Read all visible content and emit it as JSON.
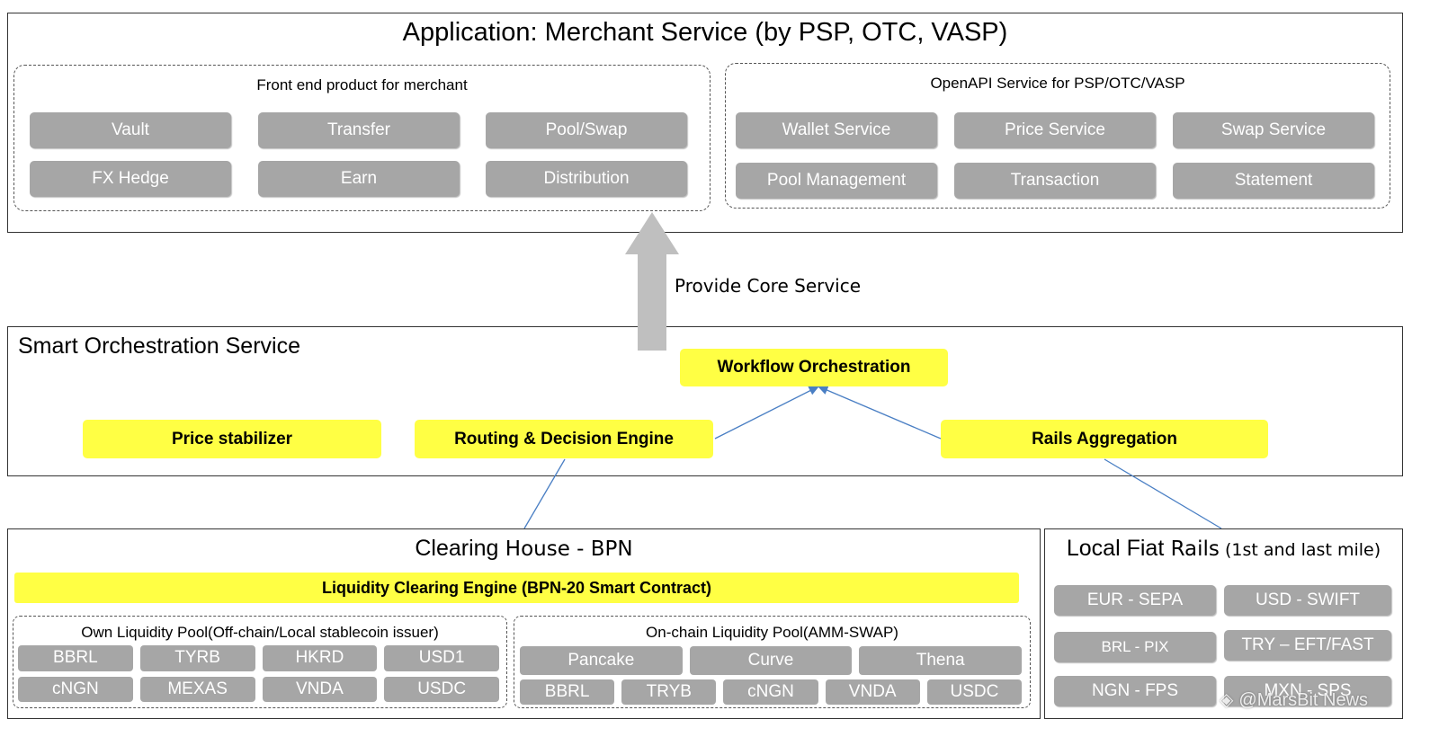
{
  "app": {
    "title": "Application: Merchant Service (by PSP, OTC, VASP)",
    "front_end": {
      "title": "Front end product for merchant",
      "items": [
        "Vault",
        "Transfer",
        "Pool/Swap",
        "FX Hedge",
        "Earn",
        "Distribution"
      ]
    },
    "openapi": {
      "title": "OpenAPI Service for PSP/OTC/VASP",
      "items": [
        "Wallet Service",
        "Price Service",
        "Swap Service",
        "Pool Management",
        "Transaction",
        "Statement"
      ]
    }
  },
  "arrow_label": "Provide Core Service",
  "orchestration": {
    "title": "Smart Orchestration Service",
    "workflow": "Workflow Orchestration",
    "price_stabilizer": "Price stabilizer",
    "routing": "Routing & Decision Engine",
    "rails": "Rails Aggregation"
  },
  "clearing": {
    "title_a": "Clearing",
    "title_b": " House - BPN",
    "engine": "Liquidity Clearing Engine (BPN-20 Smart Contract)",
    "own_pool": {
      "title": "Own Liquidity Pool(Off-chain/Local stablecoin issuer)",
      "items": [
        "BBRL",
        "TYRB",
        "HKRD",
        "USD1",
        "cNGN",
        "MEXAS",
        "VNDA",
        "USDC"
      ]
    },
    "onchain_pool": {
      "title": "On-chain Liquidity Pool(AMM-SWAP)",
      "dexes": [
        "Pancake",
        "Curve",
        "Thena"
      ],
      "tokens": [
        "BBRL",
        "TRYB",
        "cNGN",
        "VNDA",
        "USDC"
      ]
    }
  },
  "fiat": {
    "title_a": "Local Fiat",
    "title_b": " Rails",
    "title_c": " (1st and last mile)",
    "items": [
      "EUR - SEPA",
      "USD - SWIFT",
      "BRL - PIX",
      "TRY – EFT/FAST",
      "NGN - FPS",
      "MXN - SPS"
    ]
  },
  "watermark": "@MarsBit News",
  "colors": {
    "button_gray": "#a6a6a6",
    "highlight_yellow": "#ffff44",
    "connector_blue": "#4a7fc4"
  }
}
